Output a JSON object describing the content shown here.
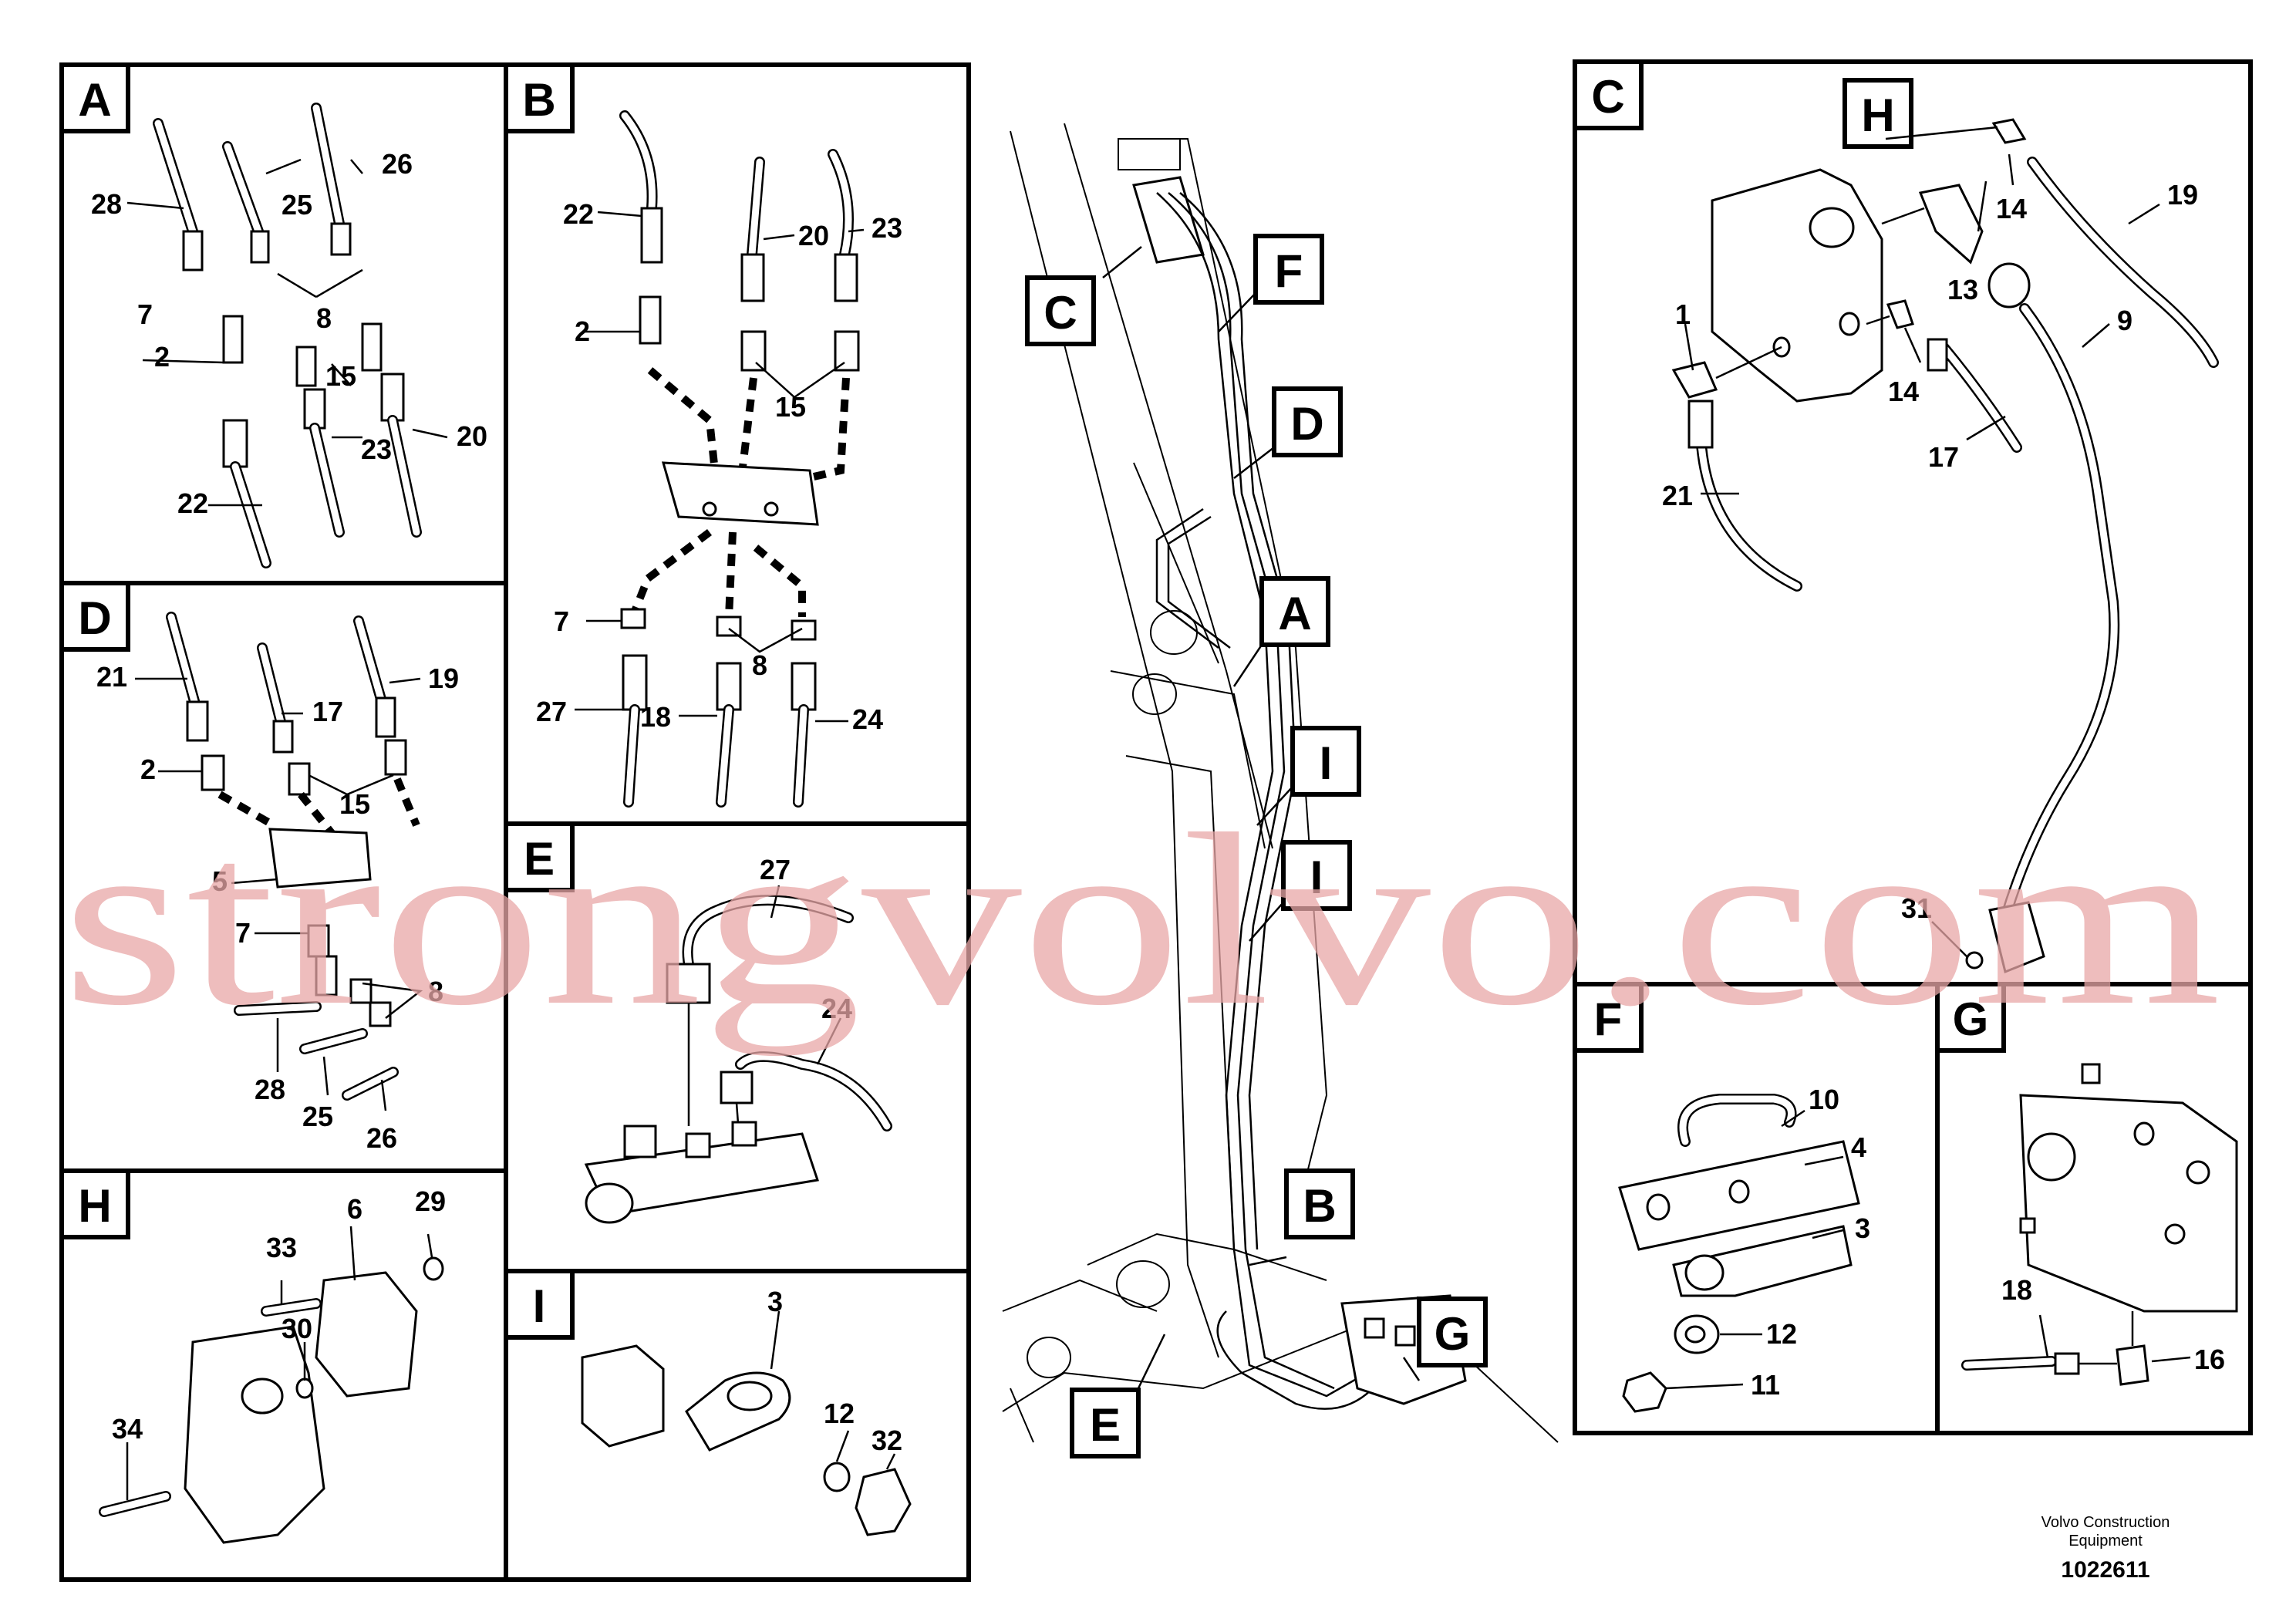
{
  "panels": {
    "A": {
      "letter": "A",
      "labels": [
        "28",
        "25",
        "26",
        "7",
        "8",
        "2",
        "15",
        "23",
        "20",
        "22"
      ]
    },
    "B": {
      "letter": "B",
      "labels": [
        "22",
        "20",
        "23",
        "2",
        "15",
        "7",
        "8",
        "27",
        "18",
        "24"
      ]
    },
    "C": {
      "letter": "C",
      "labels": [
        "H",
        "14",
        "19",
        "13",
        "1",
        "14",
        "9",
        "17",
        "21",
        "31"
      ]
    },
    "D": {
      "letter": "D",
      "labels": [
        "21",
        "17",
        "19",
        "2",
        "15",
        "5",
        "7",
        "8",
        "28",
        "25",
        "26"
      ]
    },
    "E": {
      "letter": "E",
      "labels": [
        "27",
        "24"
      ]
    },
    "F": {
      "letter": "F",
      "labels": [
        "10",
        "4",
        "3",
        "12",
        "11"
      ]
    },
    "G": {
      "letter": "G",
      "labels": [
        "18",
        "16"
      ]
    },
    "H": {
      "letter": "H",
      "labels": [
        "6",
        "29",
        "33",
        "30",
        "34"
      ]
    },
    "I": {
      "letter": "I",
      "labels": [
        "3",
        "12",
        "32"
      ]
    }
  },
  "callouts": {
    "C": "C",
    "F": "F",
    "D": "D",
    "A": "A",
    "I1": "I",
    "I2": "I",
    "B": "B",
    "G": "G",
    "E": "E"
  },
  "watermark": "strongvolvo.com",
  "footer": {
    "line1": "Volvo Construction",
    "line2": "Equipment",
    "number": "1022611"
  }
}
